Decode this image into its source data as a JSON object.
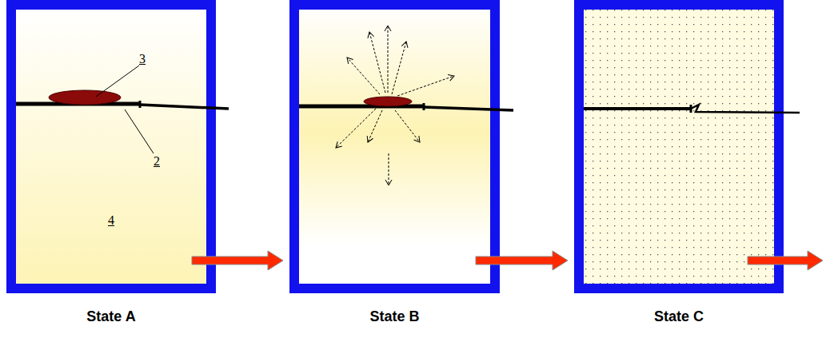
{
  "diagram": {
    "nodes": [
      {
        "text": [
          "State A"
        ]
      },
      {
        "text": [
          "State B"
        ]
      },
      {
        "text": [
          "State C"
        ]
      }
    ],
    "edges": [
      {
        "from": 0,
        "to": 1,
        "arrow": "to"
      },
      {
        "from": 1,
        "to": 2,
        "arrow": "to"
      }
    ],
    "labels": [
      "3",
      "2",
      "4"
    ]
  }
}
